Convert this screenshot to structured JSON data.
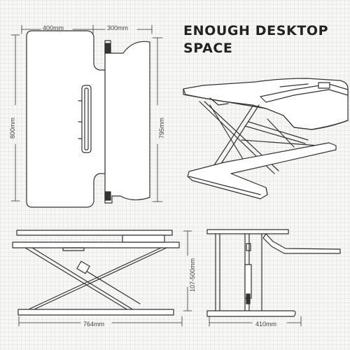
{
  "headline": {
    "line1": "ENOUGH DESKTOP",
    "line2": "SPACE"
  },
  "dimensions": {
    "top_left_width": "400mm",
    "top_right_width": "300mm",
    "left_height": "800mm",
    "right_height": "795mm",
    "height_range": "107-500mm",
    "front_width": "764mm",
    "side_depth": "410mm"
  },
  "colors": {
    "ink": "#333333",
    "background": "#f7f7f5",
    "surface": "#ffffff"
  }
}
